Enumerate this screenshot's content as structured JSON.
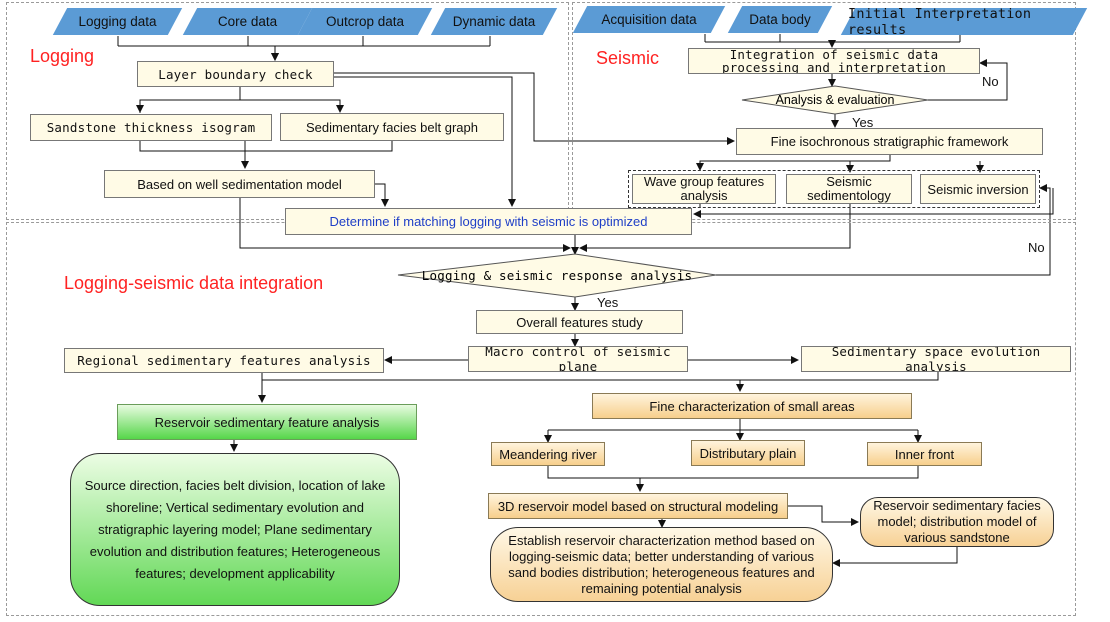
{
  "regions": {
    "logging": "Logging",
    "seismic": "Seismic",
    "integration": "Logging-seismic data integration"
  },
  "inputs": {
    "logging_data": "Logging data",
    "core_data": "Core data",
    "outcrop_data": "Outcrop data",
    "dynamic_data": "Dynamic data",
    "acquisition_data": "Acquisition data",
    "data_body": "Data body",
    "initial_interpretation": "Initial Interpretation results"
  },
  "nodes": {
    "layer_boundary_check": "Layer boundary check",
    "sandstone_thickness": "Sandstone thickness isogram",
    "facies_belt_graph": "Sedimentary facies belt graph",
    "well_sedimentation_model": "Based on well sedimentation model",
    "seismic_integration": "Integration of seismic data processing and interpretation",
    "analysis_evaluation": "Analysis & evaluation",
    "fine_isochronous": "Fine isochronous stratigraphic framework",
    "wave_group": "Wave group features analysis",
    "seismic_sedimentology": "Seismic sedimentology",
    "seismic_inversion": "Seismic inversion",
    "determine_matching": "Determine if matching logging with seismic is optimized",
    "response_analysis": "Logging & seismic response analysis",
    "overall_features": "Overall features study",
    "macro_control": "Macro control of seismic plane",
    "regional_features": "Regional sedimentary features analysis",
    "space_evolution": "Sedimentary space evolution analysis",
    "reservoir_feature": "Reservoir sedimentary feature analysis",
    "fine_characterization": "Fine characterization of small areas",
    "meandering_river": "Meandering river",
    "distributary_plain": "Distributary plain",
    "inner_front": "Inner front",
    "model_3d": "3D reservoir model based on structural modeling",
    "facies_model": "Reservoir sedimentary facies model; distribution model of various sandstone",
    "source_direction": "Source direction, facies belt division, location of lake shoreline; Vertical sedimentary evolution and stratigraphic layering model; Plane sedimentary evolution and distribution features; Heterogeneous features; development applicability",
    "establish_method": "Establish reservoir characterization method based on logging-seismic data; better understanding of various sand bodies distribution; heterogeneous features and remaining potential analysis"
  },
  "edge_labels": {
    "no_upper": "No",
    "yes_upper": "Yes",
    "no_lower": "No",
    "yes_lower": "Yes"
  }
}
